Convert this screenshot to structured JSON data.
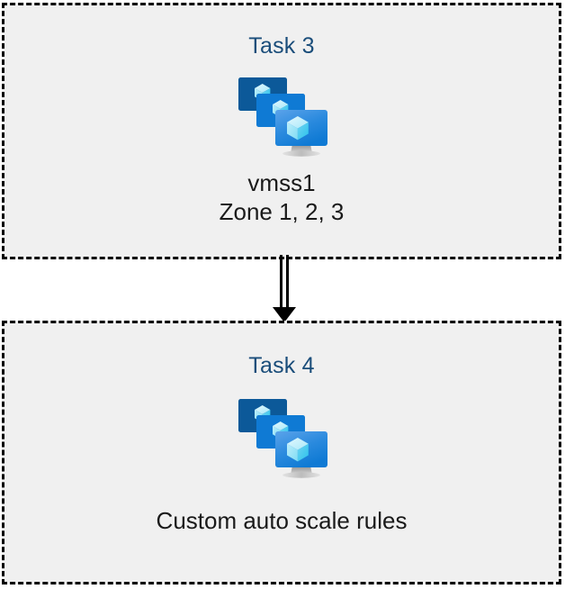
{
  "diagram": {
    "title_text_color": "#1a4d7a",
    "body_text_color": "#1a1a1a",
    "box_fill": "#f0f0f0",
    "box_border_color": "#000000",
    "canvas_background": "#ffffff",
    "icon_colors": {
      "screen_back": "#0c5999",
      "screen_middle": "#0f7ad4",
      "screen_front_light": "#4f9ae8",
      "screen_front_dark": "#0f7ad4",
      "cube_light": "#c3f1fb",
      "cube_mid": "#8fe2f7",
      "cube_dark": "#3fcbf0",
      "stand": "#9b9b9b"
    },
    "steps": [
      {
        "id": "task-3",
        "title": "Task 3",
        "icon": "vm-scale-set-icon",
        "caption_lines": [
          "vmss1",
          "Zone 1, 2, 3"
        ]
      },
      {
        "id": "task-4",
        "title": "Task 4",
        "icon": "vm-scale-set-icon",
        "caption_lines": [
          "Custom auto scale rules"
        ]
      }
    ],
    "connector": {
      "name": "flow-arrow-down",
      "style": "double-line-with-solid-arrowhead",
      "from": "Task 3",
      "to": "Task 4"
    }
  }
}
